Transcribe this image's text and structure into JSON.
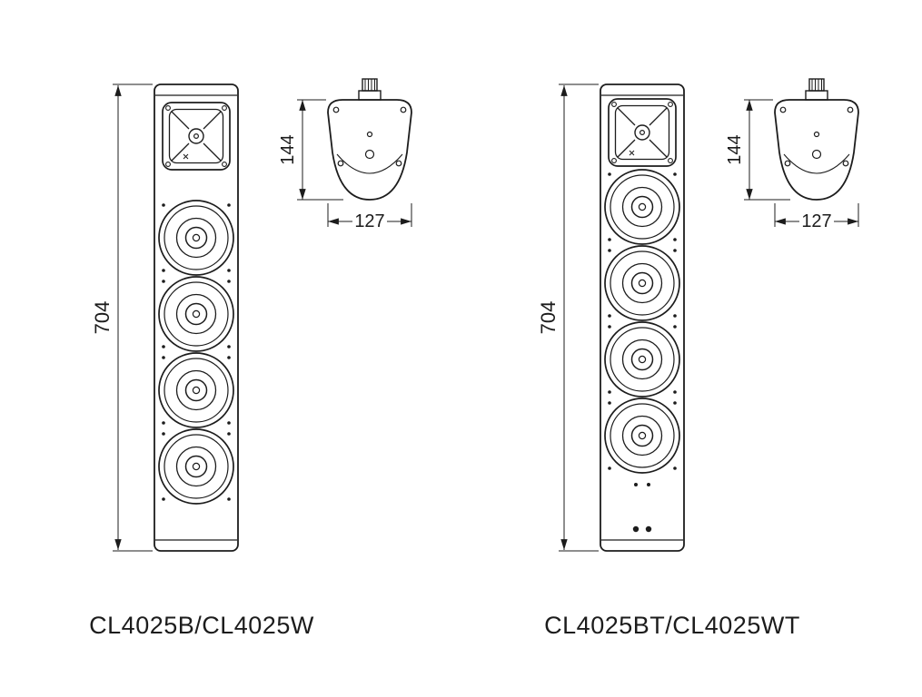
{
  "drawing": {
    "background": "#ffffff",
    "line_color": "#1c1c1c"
  },
  "figures": [
    {
      "model_label": "CL4025B/CL4025W",
      "height_dim": "704",
      "front_view": {
        "tweeters": 1,
        "woofers": 4
      },
      "top_view": {
        "depth_dim": "144",
        "width_dim": "127"
      }
    },
    {
      "model_label": "CL4025BT/CL4025WT",
      "height_dim": "704",
      "front_view": {
        "tweeters": 1,
        "woofers": 4
      },
      "top_view": {
        "depth_dim": "144",
        "width_dim": "127"
      }
    }
  ]
}
